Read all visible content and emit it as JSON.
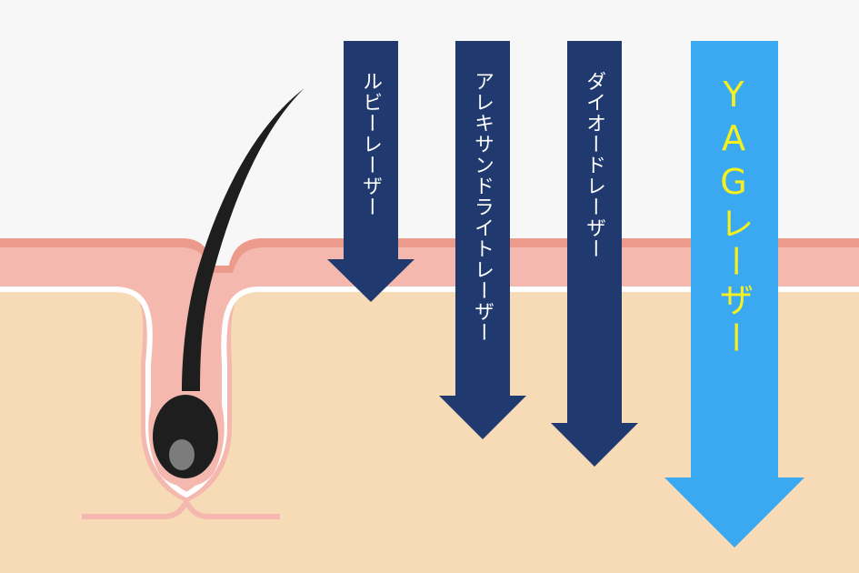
{
  "lasers": [
    {
      "label": "ルビーレーザー"
    },
    {
      "label": "アレキサンドライトレーザー"
    },
    {
      "label": "ダイオードレーザー"
    },
    {
      "label": "YAGレーザー"
    }
  ],
  "colors": {
    "background": "#f7f7f7",
    "skin_surface": "#f5b8ae",
    "skin_surface_edge": "#ec9a8c",
    "dermis": "#f6dbb6",
    "dark_arrow": "#203a70",
    "yag_arrow": "#3aa9f2",
    "yag_text": "#f5f01e",
    "hair": "#1e1e1e",
    "papilla": "#7c7c7c"
  }
}
